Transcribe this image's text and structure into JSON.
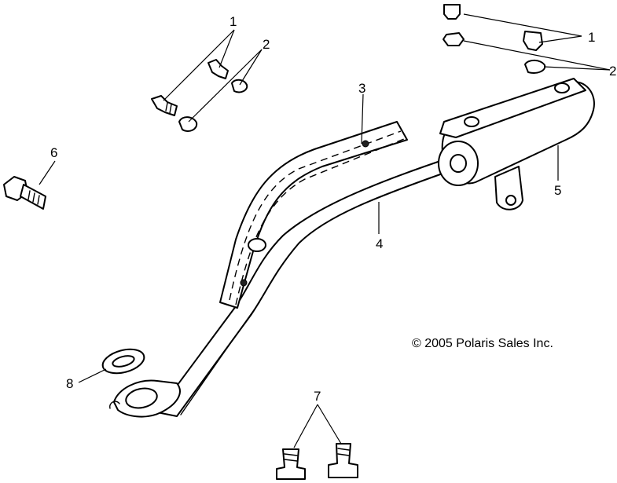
{
  "copyright": "© 2005 Polaris Sales Inc.",
  "callouts": [
    {
      "id": "1",
      "part": "bolt"
    },
    {
      "id": "1",
      "part": "bolt"
    },
    {
      "id": "2",
      "part": "nut"
    },
    {
      "id": "2",
      "part": "nut"
    },
    {
      "id": "3",
      "part": "heat-shield"
    },
    {
      "id": "4",
      "part": "exhaust-pipe"
    },
    {
      "id": "5",
      "part": "muffler"
    },
    {
      "id": "6",
      "part": "bolt"
    },
    {
      "id": "7",
      "part": "bolt"
    },
    {
      "id": "8",
      "part": "gasket"
    }
  ]
}
